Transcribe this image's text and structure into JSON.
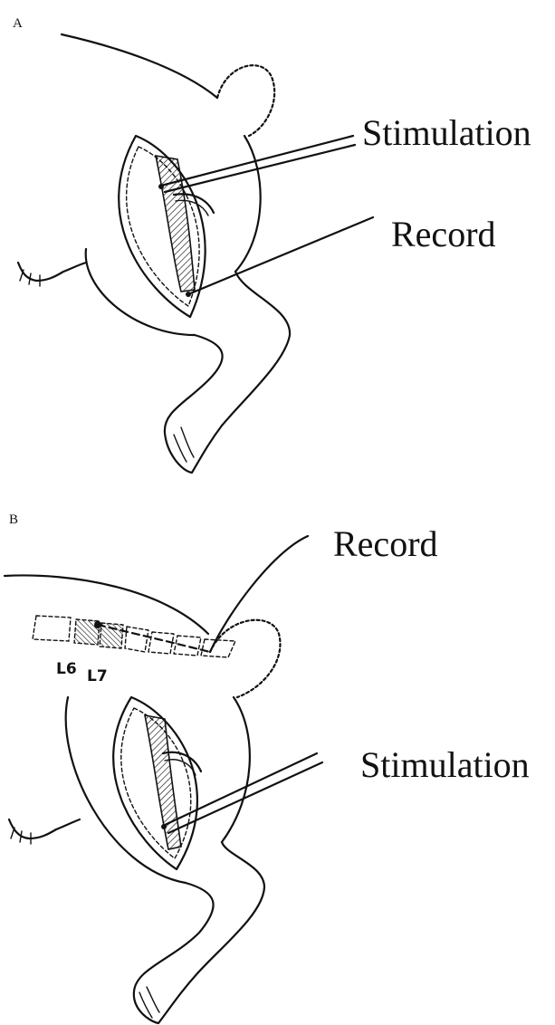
{
  "panels": [
    {
      "letter": "A",
      "callouts": {
        "stimulation": "Stimulation",
        "record": "Record"
      }
    },
    {
      "letter": "B",
      "callouts": {
        "record": "Record",
        "stimulation": "Stimulation"
      },
      "vertebra_labels": [
        "L6",
        "L7"
      ]
    }
  ]
}
